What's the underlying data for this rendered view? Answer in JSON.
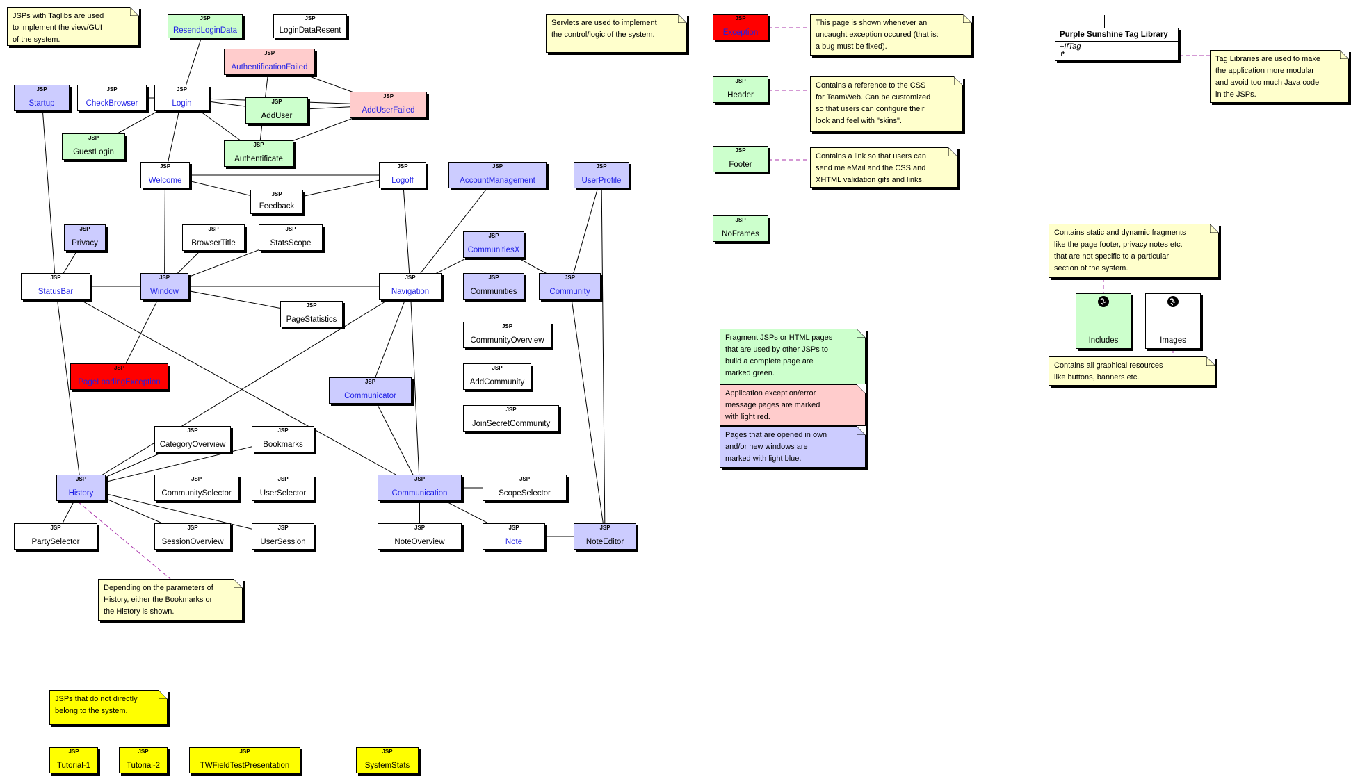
{
  "stereotype": "JSP",
  "nodes": [
    {
      "id": "ResendLoginData",
      "name": "ResendLoginData",
      "color": "green",
      "link": true
    },
    {
      "id": "LoginDataResent",
      "name": "LoginDataResent",
      "color": "white",
      "link": false
    },
    {
      "id": "AuthentificationFailed",
      "name": "AuthentificationFailed",
      "color": "pink",
      "link": true
    },
    {
      "id": "Startup",
      "name": "Startup",
      "color": "blue",
      "link": true
    },
    {
      "id": "CheckBrowser",
      "name": "CheckBrowser",
      "color": "white",
      "link": true
    },
    {
      "id": "Login",
      "name": "Login",
      "color": "white",
      "link": true
    },
    {
      "id": "AddUser",
      "name": "AddUser",
      "color": "green",
      "link": false
    },
    {
      "id": "AddUserFailed",
      "name": "AddUserFailed",
      "color": "pink",
      "link": true
    },
    {
      "id": "GuestLogin",
      "name": "GuestLogin",
      "color": "green",
      "link": false
    },
    {
      "id": "Authentificate",
      "name": "Authentificate",
      "color": "green",
      "link": false
    },
    {
      "id": "Welcome",
      "name": "Welcome",
      "color": "white",
      "link": true
    },
    {
      "id": "Logoff",
      "name": "Logoff",
      "color": "white",
      "link": true
    },
    {
      "id": "Feedback",
      "name": "Feedback",
      "color": "white",
      "link": false
    },
    {
      "id": "AccountManagement",
      "name": "AccountManagement",
      "color": "blue",
      "link": true
    },
    {
      "id": "UserProfile",
      "name": "UserProfile",
      "color": "blue",
      "link": true
    },
    {
      "id": "Privacy",
      "name": "Privacy",
      "color": "blue",
      "link": false
    },
    {
      "id": "BrowserTitle",
      "name": "BrowserTitle",
      "color": "white",
      "link": false
    },
    {
      "id": "StatsScope",
      "name": "StatsScope",
      "color": "white",
      "link": false
    },
    {
      "id": "CommunitiesX",
      "name": "CommunitiesX",
      "color": "blue",
      "link": true
    },
    {
      "id": "StatusBar",
      "name": "StatusBar",
      "color": "white",
      "link": true
    },
    {
      "id": "Window",
      "name": "Window",
      "color": "blue",
      "link": true
    },
    {
      "id": "Navigation",
      "name": "Navigation",
      "color": "white",
      "link": true
    },
    {
      "id": "Communities",
      "name": "Communities",
      "color": "blue",
      "link": false
    },
    {
      "id": "Community",
      "name": "Community",
      "color": "blue",
      "link": true
    },
    {
      "id": "PageStatistics",
      "name": "PageStatistics",
      "color": "white",
      "link": false
    },
    {
      "id": "CommunityOverview",
      "name": "CommunityOverview",
      "color": "white",
      "link": false
    },
    {
      "id": "PageLoadingException",
      "name": "PageLoadingException",
      "color": "red",
      "link": true
    },
    {
      "id": "AddCommunity",
      "name": "AddCommunity",
      "color": "white",
      "link": false
    },
    {
      "id": "Communicator",
      "name": "Communicator",
      "color": "blue",
      "link": true
    },
    {
      "id": "JoinSecretCommunity",
      "name": "JoinSecretCommunity",
      "color": "white",
      "link": false
    },
    {
      "id": "CategoryOverview",
      "name": "CategoryOverview",
      "color": "white",
      "link": false
    },
    {
      "id": "Bookmarks",
      "name": "Bookmarks",
      "color": "white",
      "link": false
    },
    {
      "id": "History",
      "name": "History",
      "color": "blue",
      "link": true
    },
    {
      "id": "CommunitySelector",
      "name": "CommunitySelector",
      "color": "white",
      "link": false
    },
    {
      "id": "UserSelector",
      "name": "UserSelector",
      "color": "white",
      "link": false
    },
    {
      "id": "Communication",
      "name": "Communication",
      "color": "blue",
      "link": true
    },
    {
      "id": "ScopeSelector",
      "name": "ScopeSelector",
      "color": "white",
      "link": false
    },
    {
      "id": "PartySelector",
      "name": "PartySelector",
      "color": "white",
      "link": false
    },
    {
      "id": "SessionOverview",
      "name": "SessionOverview",
      "color": "white",
      "link": false
    },
    {
      "id": "UserSession",
      "name": "UserSession",
      "color": "white",
      "link": false
    },
    {
      "id": "NoteOverview",
      "name": "NoteOverview",
      "color": "white",
      "link": false
    },
    {
      "id": "Note",
      "name": "Note",
      "color": "white",
      "link": true
    },
    {
      "id": "NoteEditor",
      "name": "NoteEditor",
      "color": "blue",
      "link": false
    },
    {
      "id": "Exception",
      "name": "Exception",
      "color": "red",
      "link": true
    },
    {
      "id": "Header",
      "name": "Header",
      "color": "green",
      "link": false
    },
    {
      "id": "Footer",
      "name": "Footer",
      "color": "green",
      "link": false
    },
    {
      "id": "NoFrames",
      "name": "NoFrames",
      "color": "green",
      "link": false
    },
    {
      "id": "Tutorial1",
      "name": "Tutorial-1",
      "color": "yellow",
      "link": false
    },
    {
      "id": "Tutorial2",
      "name": "Tutorial-2",
      "color": "yellow",
      "link": false
    },
    {
      "id": "TWFieldTestPresentation",
      "name": "TWFieldTestPresentation",
      "color": "yellow",
      "link": false
    },
    {
      "id": "SystemStats",
      "name": "SystemStats",
      "color": "yellow",
      "link": false
    }
  ],
  "edges": [
    [
      "ResendLoginData",
      "LoginDataResent"
    ],
    [
      "ResendLoginData",
      "Login"
    ],
    [
      "Startup",
      "StatusBar"
    ],
    [
      "CheckBrowser",
      "Login"
    ],
    [
      "Login",
      "GuestLogin"
    ],
    [
      "Login",
      "AddUser"
    ],
    [
      "Login",
      "AddUserFailed"
    ],
    [
      "Login",
      "Authentificate"
    ],
    [
      "Login",
      "Welcome"
    ],
    [
      "AuthentificationFailed",
      "Authentificate"
    ],
    [
      "AuthentificationFailed",
      "AddUserFailed"
    ],
    [
      "AddUser",
      "AddUserFailed"
    ],
    [
      "Authentificate",
      "AddUserFailed"
    ],
    [
      "Welcome",
      "Logoff"
    ],
    [
      "Welcome",
      "Feedback"
    ],
    [
      "Feedback",
      "Logoff"
    ],
    [
      "Welcome",
      "Window"
    ],
    [
      "Logoff",
      "Navigation"
    ],
    [
      "AccountManagement",
      "Navigation"
    ],
    [
      "UserProfile",
      "Community"
    ],
    [
      "UserProfile",
      "NoteEditor"
    ],
    [
      "Privacy",
      "StatusBar"
    ],
    [
      "BrowserTitle",
      "Window"
    ],
    [
      "StatsScope",
      "Window"
    ],
    [
      "StatusBar",
      "Window"
    ],
    [
      "Window",
      "Navigation"
    ],
    [
      "Window",
      "PageStatistics"
    ],
    [
      "Window",
      "PageLoadingException"
    ],
    [
      "StatusBar",
      "History"
    ],
    [
      "StatusBar",
      "Communication"
    ],
    [
      "Navigation",
      "CommunitiesX"
    ],
    [
      "CommunitiesX",
      "Community"
    ],
    [
      "Navigation",
      "History"
    ],
    [
      "Navigation",
      "Communicator"
    ],
    [
      "Navigation",
      "Communication"
    ],
    [
      "Communicator",
      "Communication"
    ],
    [
      "Community",
      "NoteEditor"
    ],
    [
      "CategoryOverview",
      "History"
    ],
    [
      "Bookmarks",
      "History"
    ],
    [
      "History",
      "PartySelector"
    ],
    [
      "History",
      "SessionOverview"
    ],
    [
      "History",
      "UserSession"
    ],
    [
      "Communication",
      "ScopeSelector"
    ],
    [
      "Communication",
      "NoteOverview"
    ],
    [
      "Communication",
      "Note"
    ],
    [
      "Note",
      "NoteEditor"
    ]
  ],
  "notes": [
    {
      "id": "taglibs",
      "color": "cream",
      "lines": [
        "JSPs with Taglibs are used",
        "to implement the view/GUI",
        "of the system."
      ]
    },
    {
      "id": "servlets",
      "color": "cream",
      "lines": [
        "Servlets are used to implement",
        "the control/logic of the system."
      ]
    },
    {
      "id": "exception",
      "color": "cream",
      "lines": [
        "This page is shown whenever an",
        "uncaught exception occured (that is:",
        "a bug must be fixed)."
      ]
    },
    {
      "id": "header",
      "color": "cream",
      "lines": [
        "Contains a reference to the CSS",
        "for TeamWeb. Can be customized",
        "so that users can configure their",
        "look and feel with \"skins\"."
      ]
    },
    {
      "id": "footer",
      "color": "cream",
      "lines": [
        "Contains a link so that users can",
        "send me eMail and the CSS and",
        "XHTML validation gifs and links."
      ]
    },
    {
      "id": "taglibnote",
      "color": "cream",
      "lines": [
        "Tag Libraries are used to make",
        "the application more modular",
        "and avoid too much Java code",
        "in the JSPs."
      ]
    },
    {
      "id": "includes",
      "color": "cream",
      "lines": [
        "Contains static and dynamic fragments",
        "like the page footer, privacy notes etc.",
        "that are not specific to a particular",
        "section of the system."
      ]
    },
    {
      "id": "images",
      "color": "cream",
      "lines": [
        "Contains all graphical resources",
        "like buttons, banners etc."
      ]
    },
    {
      "id": "legendGreen",
      "color": "green",
      "lines": [
        "Fragment JSPs or HTML pages",
        "that are used by other JSPs to",
        "build a complete page are",
        "marked green."
      ]
    },
    {
      "id": "legendPink",
      "color": "pink",
      "lines": [
        "Application exception/error",
        "message pages are marked",
        "with light red."
      ]
    },
    {
      "id": "legendBlue",
      "color": "blue",
      "lines": [
        "Pages that are opened in own",
        "and/or new windows are",
        "marked with light blue."
      ]
    },
    {
      "id": "history",
      "color": "cream",
      "lines": [
        "Depending on the parameters of",
        "History, either the Bookmarks or",
        "the History is shown."
      ]
    },
    {
      "id": "notsystem",
      "color": "yellow",
      "lines": [
        "JSPs that do not directly",
        "belong to the system."
      ]
    }
  ],
  "packages": [
    {
      "id": "Includes",
      "name": "Includes",
      "color": "green"
    },
    {
      "id": "Images",
      "name": "Images",
      "color": "white"
    }
  ],
  "taglib": {
    "title": "Purple Sunshine Tag Library",
    "operation": "+IfTag",
    "marker": "↱"
  },
  "colors": {
    "white": "#ffffff",
    "green": "#ccffcc",
    "pink": "#ffcccc",
    "blue": "#ccccff",
    "red": "#ff0000",
    "yellow": "#ffff00",
    "cream": "#ffffcc",
    "link": "#1f1fe6",
    "dashed": "#aa33aa"
  }
}
